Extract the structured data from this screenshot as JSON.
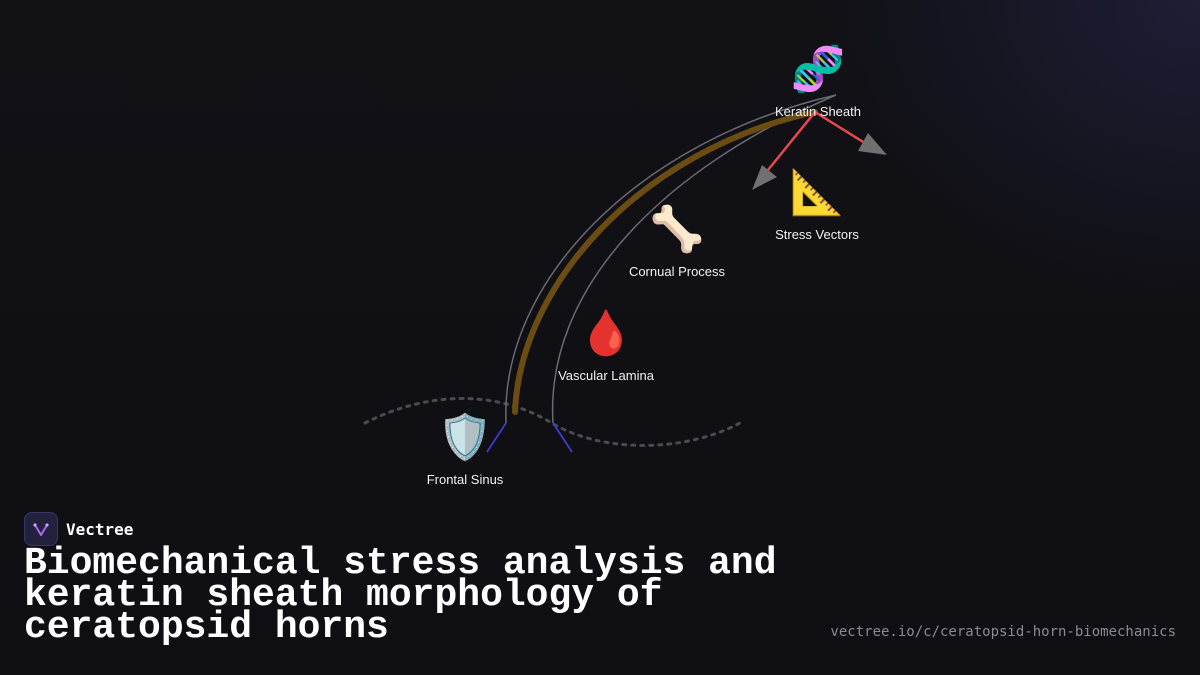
{
  "brand": {
    "name": "Vectree",
    "logo_icon": "vectree-logo-icon"
  },
  "title": "Biomechanical stress analysis and keratin sheath morphology of ceratopsid horns",
  "url": "vectree.io/c/ceratopsid-horn-biomechanics",
  "colors": {
    "background": "#111116",
    "horn_outline": "#6a6a72",
    "horn_core": "#6b4d12",
    "stress_vector": "#e8484c",
    "arrow_head": "#707070",
    "base_line": "#3b3bd6",
    "dotted_arc": "#4a4a50"
  },
  "nodes": [
    {
      "id": "keratin",
      "label": "Keratin Sheath",
      "icon": "dna-icon",
      "glyph": "🧬"
    },
    {
      "id": "stress",
      "label": "Stress Vectors",
      "icon": "triangular-ruler-icon",
      "glyph": "📐"
    },
    {
      "id": "cornual",
      "label": "Cornual Process",
      "icon": "bone-icon",
      "glyph": "🦴"
    },
    {
      "id": "vascular",
      "label": "Vascular Lamina",
      "icon": "blood-drop-icon",
      "glyph": "🩸"
    },
    {
      "id": "frontal",
      "label": "Frontal Sinus",
      "icon": "shield-icon",
      "glyph": "🛡️"
    }
  ]
}
